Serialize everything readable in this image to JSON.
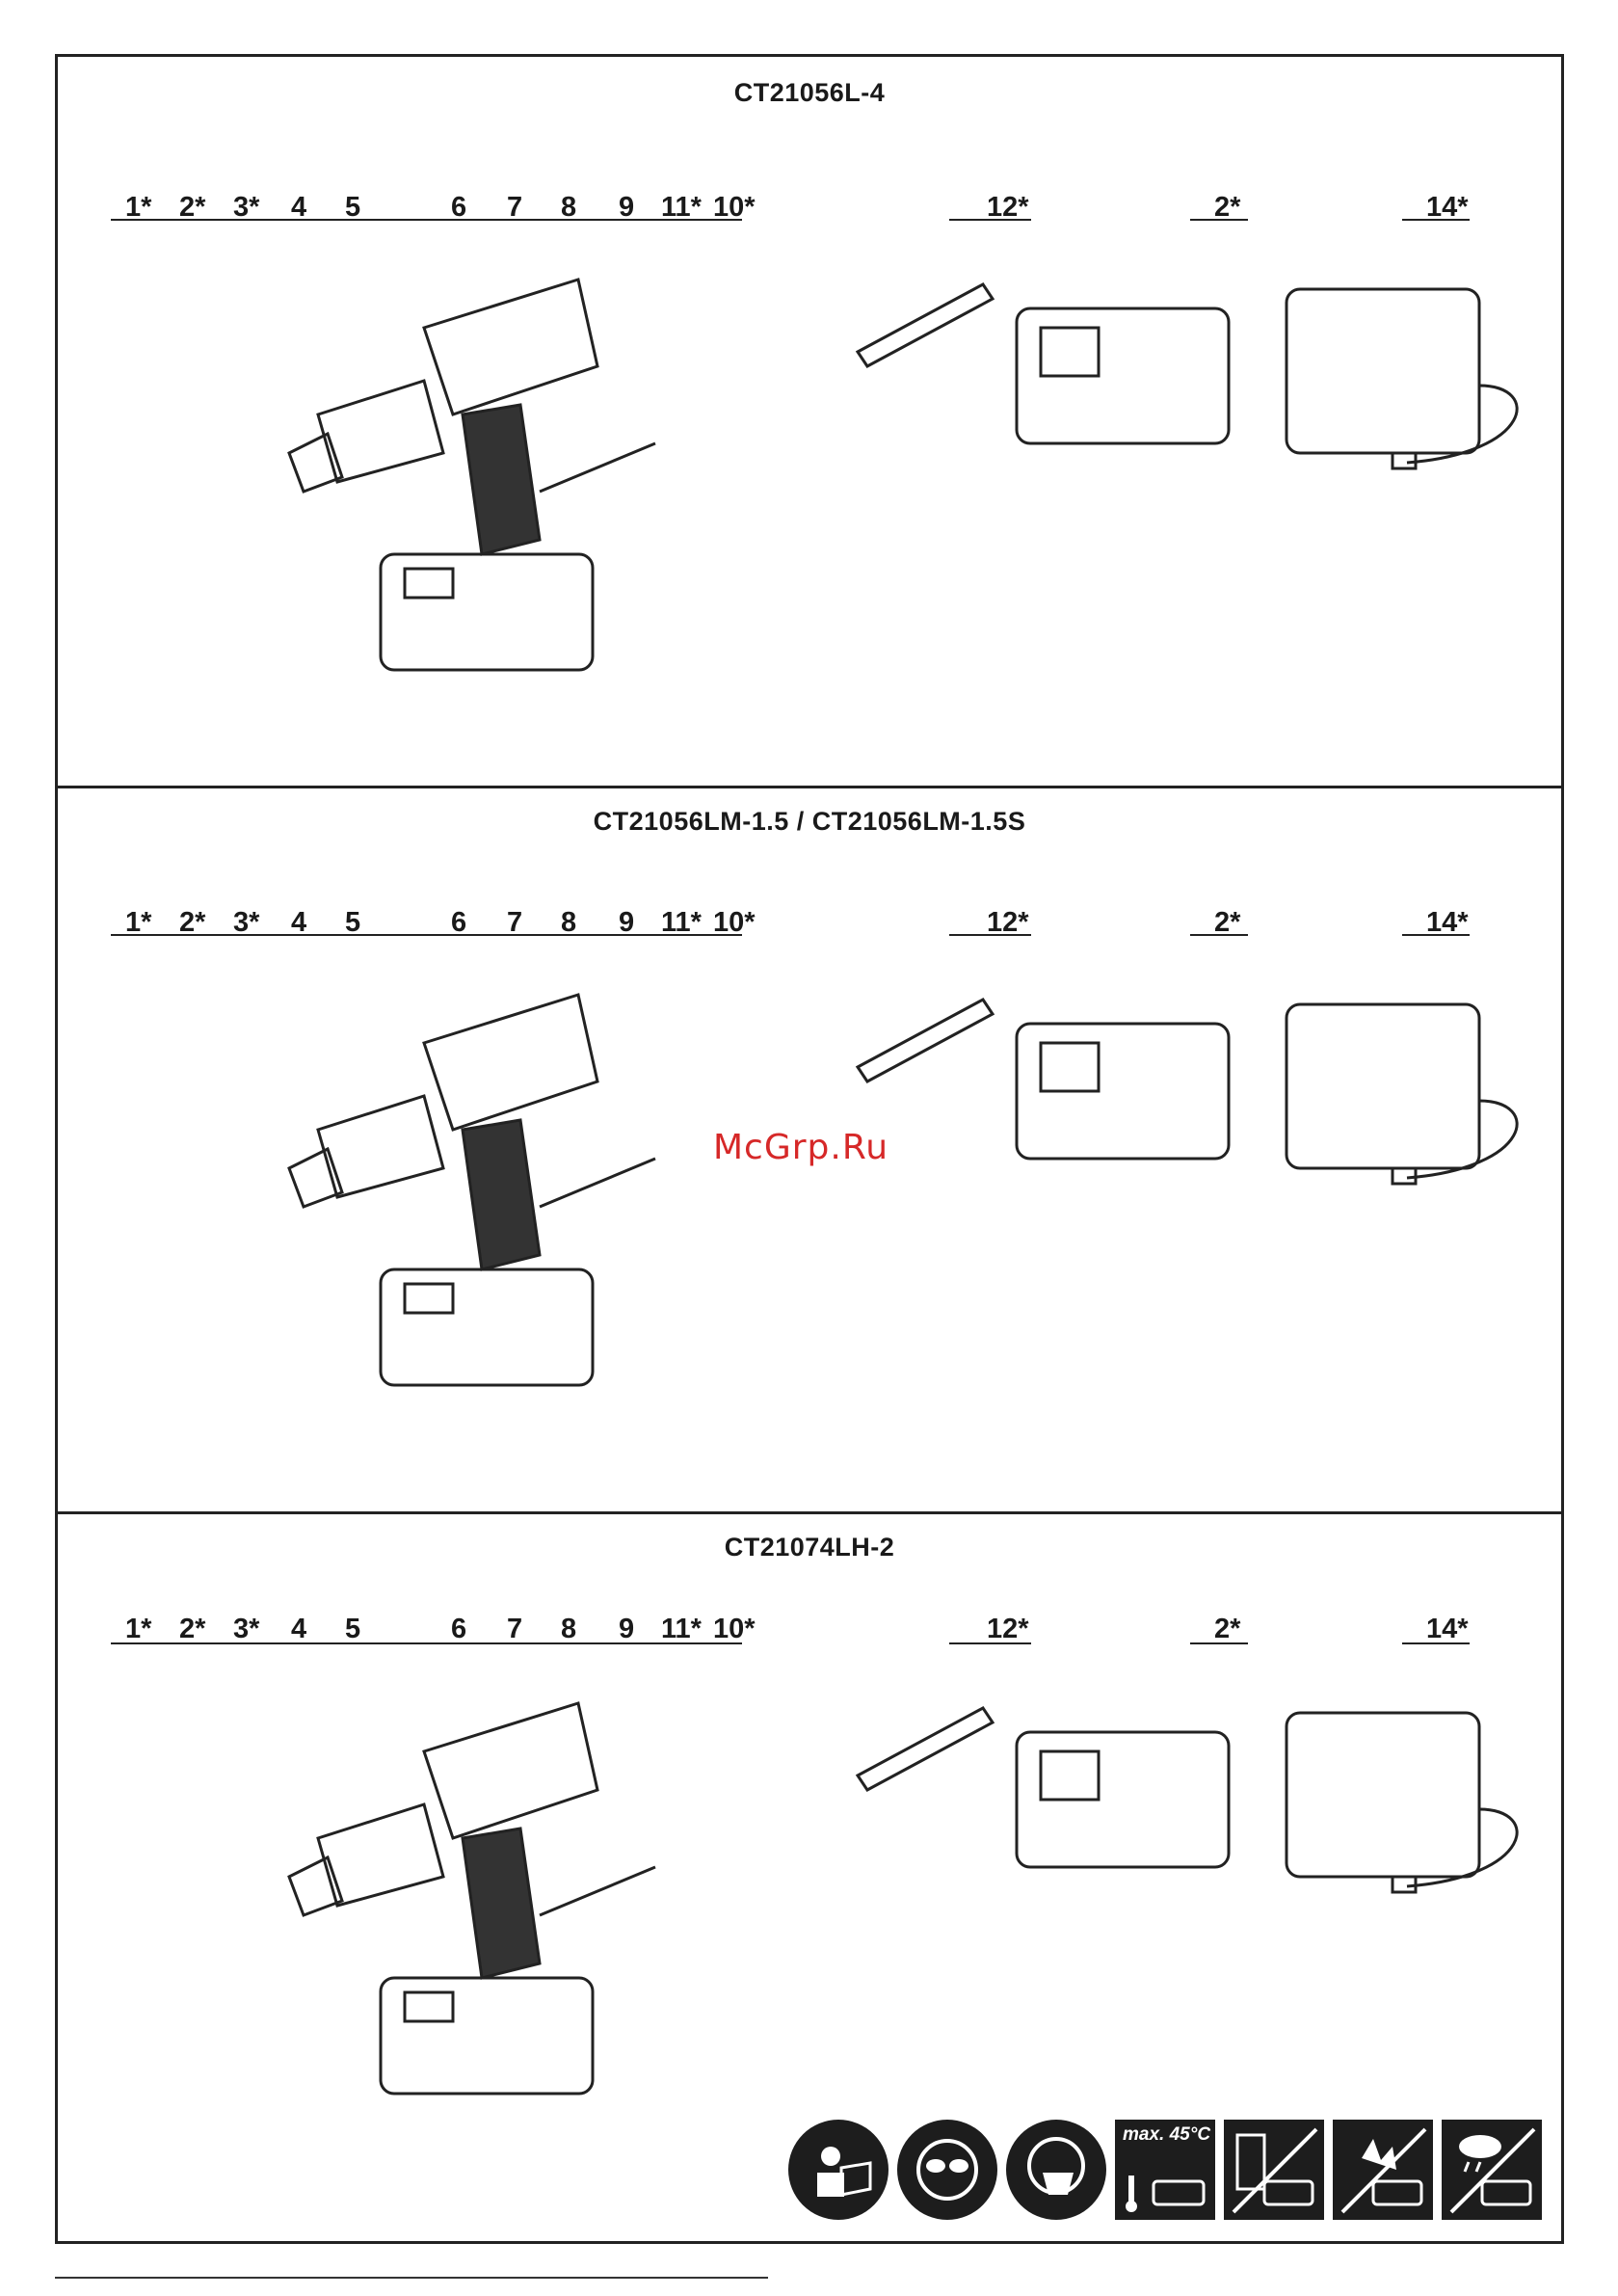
{
  "sections": [
    {
      "model": "CT21056L-4",
      "left_callouts": [
        "1*",
        "2*",
        "3*",
        "4",
        "5",
        "6",
        "7",
        "8",
        "9",
        "11*",
        "10*"
      ],
      "right_callouts": [
        "12*",
        "2*",
        "14*"
      ]
    },
    {
      "model": "CT21056LM-1.5 / CT21056LM-1.5S",
      "left_callouts": [
        "1*",
        "2*",
        "3*",
        "4",
        "5",
        "6",
        "7",
        "8",
        "9",
        "11*",
        "10*"
      ],
      "right_callouts": [
        "12*",
        "2*",
        "14*"
      ]
    },
    {
      "model": "CT21074LH-2",
      "left_callouts": [
        "1*",
        "2*",
        "3*",
        "4",
        "5",
        "6",
        "7",
        "8",
        "9",
        "11*",
        "10*"
      ],
      "right_callouts": [
        "12*",
        "2*",
        "14*"
      ]
    }
  ],
  "watermark": "McGrp.Ru",
  "warning_icons": [
    {
      "icon": "read-manual-icon"
    },
    {
      "icon": "safety-goggles-icon"
    },
    {
      "icon": "dust-mask-icon"
    },
    {
      "icon": "max-temperature-battery-icon",
      "text": "max. 45°C"
    },
    {
      "icon": "no-water-battery-icon"
    },
    {
      "icon": "no-fire-battery-icon"
    },
    {
      "icon": "no-rain-battery-icon"
    }
  ],
  "colors": {
    "line": "#222222",
    "watermark": "#d62828",
    "icon_bg": "#1d1d1d"
  }
}
